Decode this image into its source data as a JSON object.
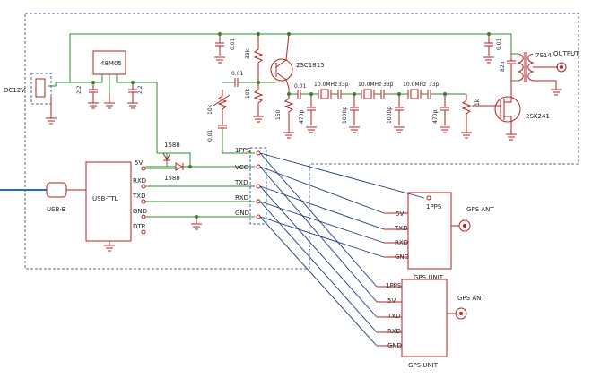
{
  "power": {
    "input": "DC12V",
    "regulator": "48M05",
    "cap_left": "2.2",
    "cap_right": "2.2",
    "diode1": "1588",
    "diode2": "1588"
  },
  "oscillator": {
    "transistor": "2SC1815",
    "resistors": [
      "33k",
      "10k",
      "10k",
      "150",
      "1k"
    ],
    "caps": [
      "0.01",
      "0.01",
      "0.01",
      "0.01",
      "0.01",
      "470p",
      "1000p",
      "1000p",
      "470p",
      "33p",
      "33p",
      "33p",
      "82p"
    ],
    "crystal": "10.0MHz",
    "fet": "2SK241",
    "transformer": "7S14",
    "output": "OUTPUT"
  },
  "usb": {
    "connector": "USB-B",
    "module": "USB-TTL",
    "pins": [
      "5V",
      "RXD",
      "TXD",
      "GND",
      "DTR"
    ]
  },
  "header": {
    "pins": [
      "1PPS",
      "VCC",
      "TXD",
      "RXD",
      "GND"
    ]
  },
  "gps_units": [
    {
      "title": "GPS  UNIT",
      "antenna": "GPS ANT",
      "pins": [
        "5V",
        "TXD",
        "RXD",
        "GND"
      ],
      "pps": "1PPS"
    },
    {
      "title": "GPS  UNIT",
      "antenna": "GPS ANT",
      "pins": [
        "1PPS",
        "5V",
        "TXD",
        "RXD",
        "GND"
      ]
    }
  ]
}
